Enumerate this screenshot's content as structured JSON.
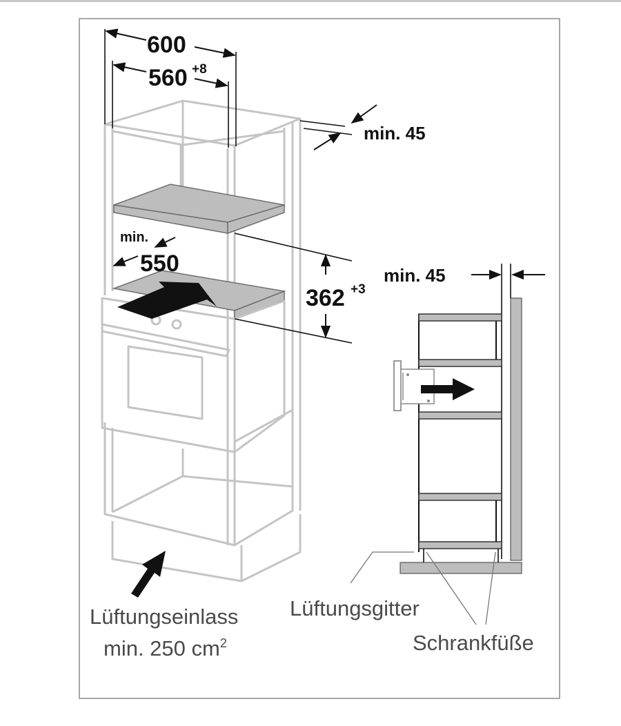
{
  "dimensions": {
    "width_600": "600",
    "width_560": "560",
    "width_560_tol": "+8",
    "rear_gap": "min. 45",
    "depth_prefix": "min.",
    "depth_550": "550",
    "height_362": "362",
    "height_362_tol": "+3",
    "side_gap": "min. 45"
  },
  "labels": {
    "inlet_line1": "Lüftungseinlass",
    "inlet_line2": "min. 250 cm",
    "inlet_sup": "2",
    "grille": "Lüftungsgitter",
    "feet": "Schrankfüße"
  },
  "colors": {
    "cabinet_outline": "#c4c4c4",
    "shelf_fill": "#bdbdbd",
    "dimension_ink": "#111111",
    "label_ink": "#4a4a4a"
  }
}
